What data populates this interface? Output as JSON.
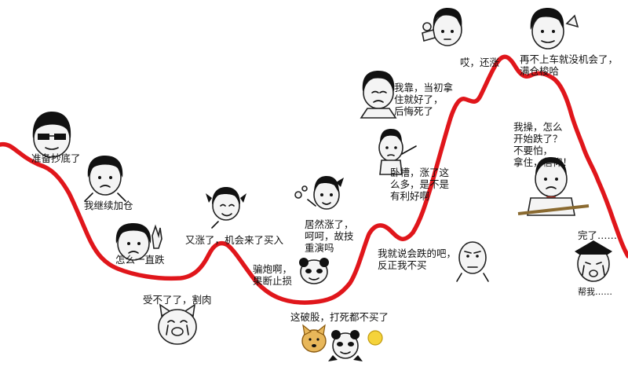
{
  "accent_color": "#e0161b",
  "captions": [
    {
      "id": "buy-bottom",
      "text": "准备抄底了"
    },
    {
      "id": "keep-adding",
      "text": "我继续加仓"
    },
    {
      "id": "keeps-falling",
      "text": "怎么一直跌"
    },
    {
      "id": "cut-loss",
      "text": "受不了了，割肉"
    },
    {
      "id": "rising-again",
      "text": "又涨了，机会来了买入"
    },
    {
      "id": "bull-trap",
      "text": "骗炮啊，\n果断止损"
    },
    {
      "id": "never-again",
      "text": "这破股，打死都不买了"
    },
    {
      "id": "old-trick",
      "text": "居然涨了，\n呵呵，故技\n重演吗"
    },
    {
      "id": "knew-it",
      "text": "我就说会跌的吧，\n反正我不买"
    },
    {
      "id": "regret-holding",
      "text": "卧槽，涨了这\n么多，是不是\n有利好啊"
    },
    {
      "id": "should-have-held",
      "text": "我靠，当初拿\n住就好了，\n后悔死了"
    },
    {
      "id": "still-rising",
      "text": "哎，还涨"
    },
    {
      "id": "all-in",
      "text": "再不上车就没机会了，\n满仓梭哈"
    },
    {
      "id": "why-falling",
      "text": "我操，怎么\n开始跌了？\n不要怕，\n拿住，信仰！"
    },
    {
      "id": "game-over",
      "text": "完了……"
    },
    {
      "id": "help",
      "text": "帮我……"
    }
  ]
}
